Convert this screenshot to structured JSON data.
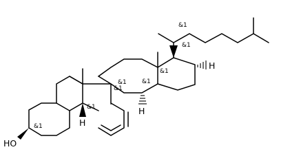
{
  "molecule": {
    "stereo_label": "&1",
    "hydroxyl_label": "HO",
    "hydrogen_label": "H"
  }
}
